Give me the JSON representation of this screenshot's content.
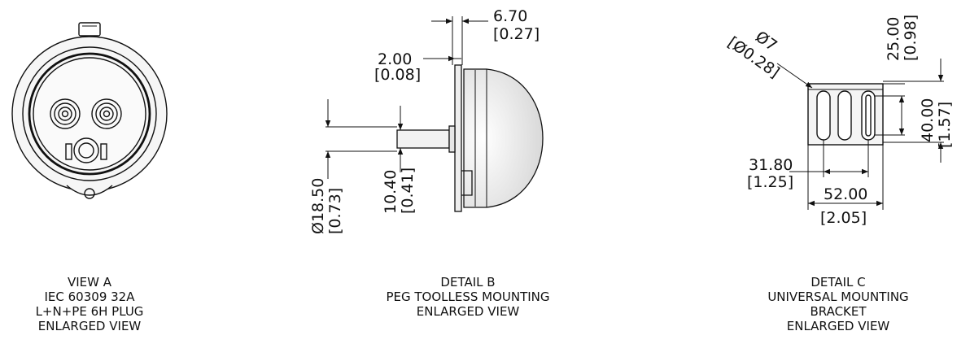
{
  "views": {
    "a": {
      "lines": [
        "VIEW A",
        "IEC 60309 32A",
        "L+N+PE 6H PLUG",
        "ENLARGED VIEW"
      ]
    },
    "b": {
      "lines": [
        "DETAIL B",
        "PEG TOOLLESS MOUNTING",
        "ENLARGED VIEW"
      ],
      "dims": {
        "d1_mm": "6.70",
        "d1_in": "[0.27]",
        "d2_mm": "2.00",
        "d2_in": "[0.08]",
        "d3_mm": "Ø18.50",
        "d3_in": "[0.73]",
        "d4_mm": "10.40",
        "d4_in": "[0.41]"
      }
    },
    "c": {
      "lines": [
        "DETAIL C",
        "UNIVERSAL MOUNTING",
        "BRACKET",
        "ENLARGED VIEW"
      ],
      "dims": {
        "hole_mm": "Ø7",
        "hole_in": "[Ø0.28]",
        "top_mm": "25.00",
        "top_in": "[0.98]",
        "right_mm": "40.00",
        "right_in": "[1.57]",
        "slot_mm": "31.80",
        "slot_in": "[1.25]",
        "width_mm": "52.00",
        "width_in": "[2.05]"
      }
    }
  },
  "colors": {
    "line": "#111111",
    "shade": "#d9d9d9"
  }
}
